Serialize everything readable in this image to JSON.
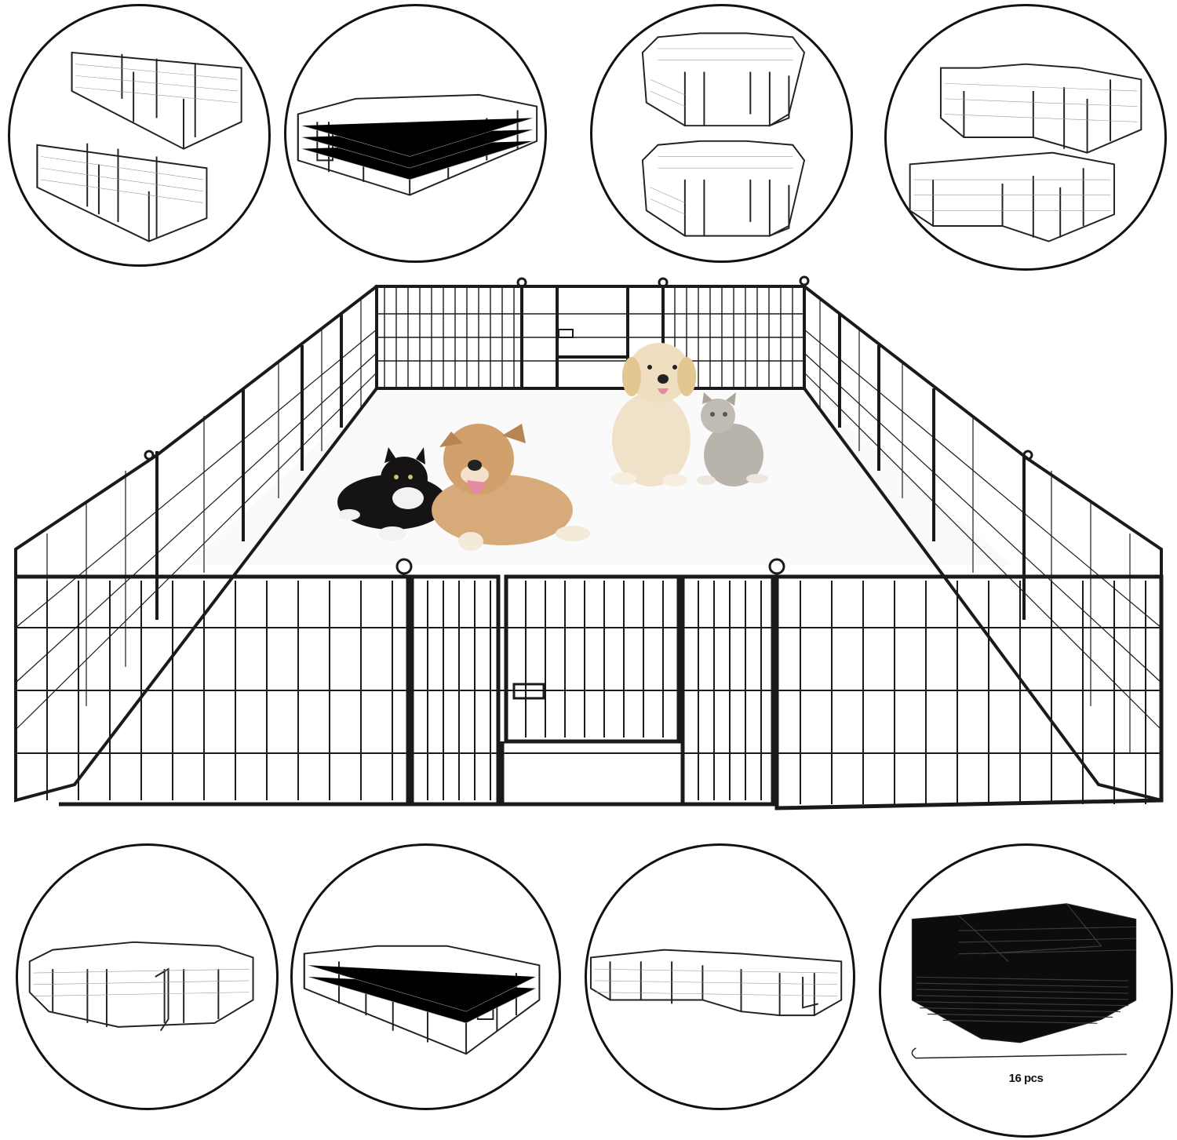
{
  "product": {
    "type": "pet-playpen",
    "color": "#1a1a1a",
    "background": "#ffffff"
  },
  "top_row": [
    {
      "layout": "two-rectangles-8-panel",
      "count_shapes": 2
    },
    {
      "layout": "large-rectangle-16-panel",
      "count_shapes": 1
    },
    {
      "layout": "two-octagons-8-panel",
      "count_shapes": 2
    },
    {
      "layout": "two-l-shapes-8-panel",
      "count_shapes": 2
    }
  ],
  "main_image": {
    "layout": "large-rectangle-with-gates",
    "pets": [
      "black-white-cat",
      "tan-dog-lying",
      "golden-retriever-puppy",
      "tabby-kitten"
    ]
  },
  "bottom_row": [
    {
      "layout": "round-16-panel"
    },
    {
      "layout": "rectangle-16-panel"
    },
    {
      "layout": "l-shape-16-panel"
    },
    {
      "layout": "stacked-panels",
      "label": "16 pcs"
    }
  ]
}
